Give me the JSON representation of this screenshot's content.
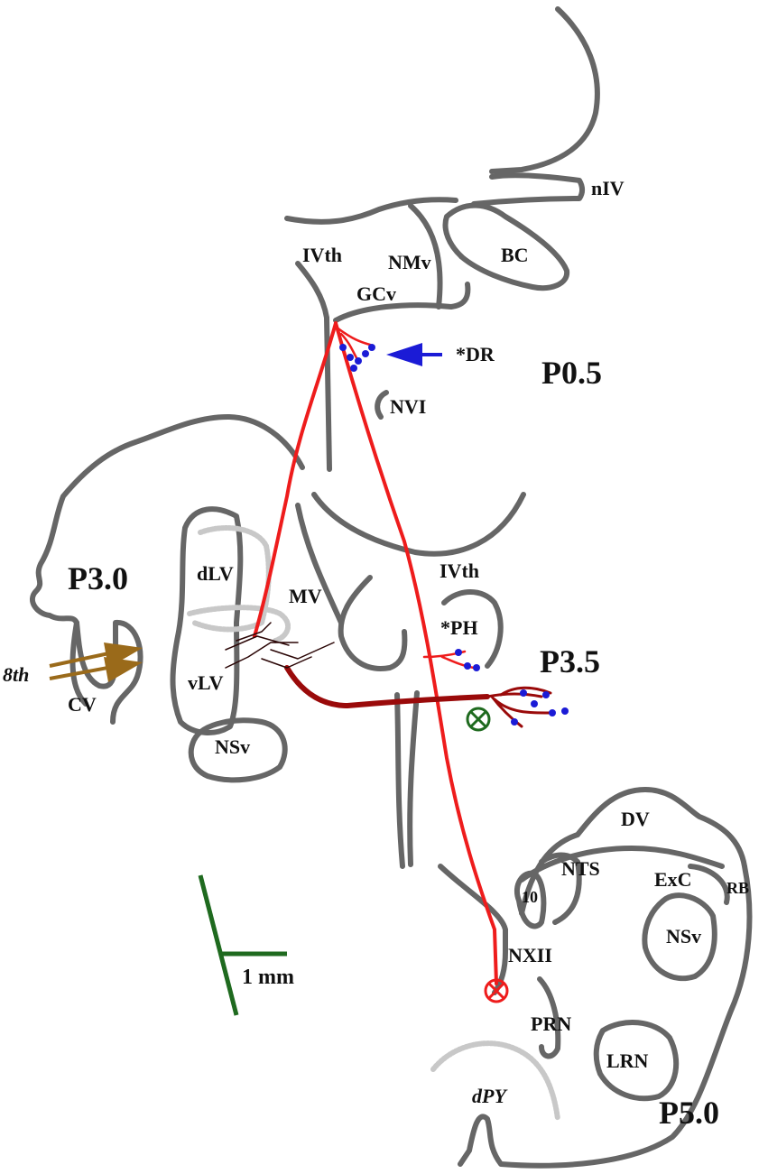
{
  "colors": {
    "outline": "#666666",
    "neuron_red": "#ee1c1c",
    "neuron_dark": "#9a0a0a",
    "terminal_blue": "#1b1bd6",
    "scale_green": "#1f6a1f",
    "nerve_brown": "#9a6a1a",
    "dotted_gray": "#c8c8c8"
  },
  "sections": {
    "p05": "P0.5",
    "p30": "P3.0",
    "p35": "P3.5",
    "p50": "P5.0"
  },
  "labels": {
    "nIV": "nIV",
    "BC": "BC",
    "IVth_top": "IVth",
    "NMv": "NMv",
    "GCv": "GCv",
    "DR": "*DR",
    "NVI": "NVI",
    "dLV": "dLV",
    "MV": "MV",
    "IVth_mid": "IVth",
    "PH": "*PH",
    "vLV": "vLV",
    "eighth": "8th",
    "CV": "CV",
    "NSv_left": "NSv",
    "DV": "DV",
    "NTS": "NTS",
    "ExC": "ExC",
    "RB": "RB",
    "ten": "10",
    "NSv_right": "NSv",
    "NXII": "NXII",
    "PRN": "PRN",
    "LRN": "LRN",
    "dPY": "dPY"
  },
  "scale_bar": {
    "label": "1 mm"
  },
  "icons": {
    "arrow": "left-arrow-icon",
    "injection_red": "injection-site-icon",
    "injection_green": "recording-site-icon",
    "nerve": "double-arrow-icon"
  }
}
